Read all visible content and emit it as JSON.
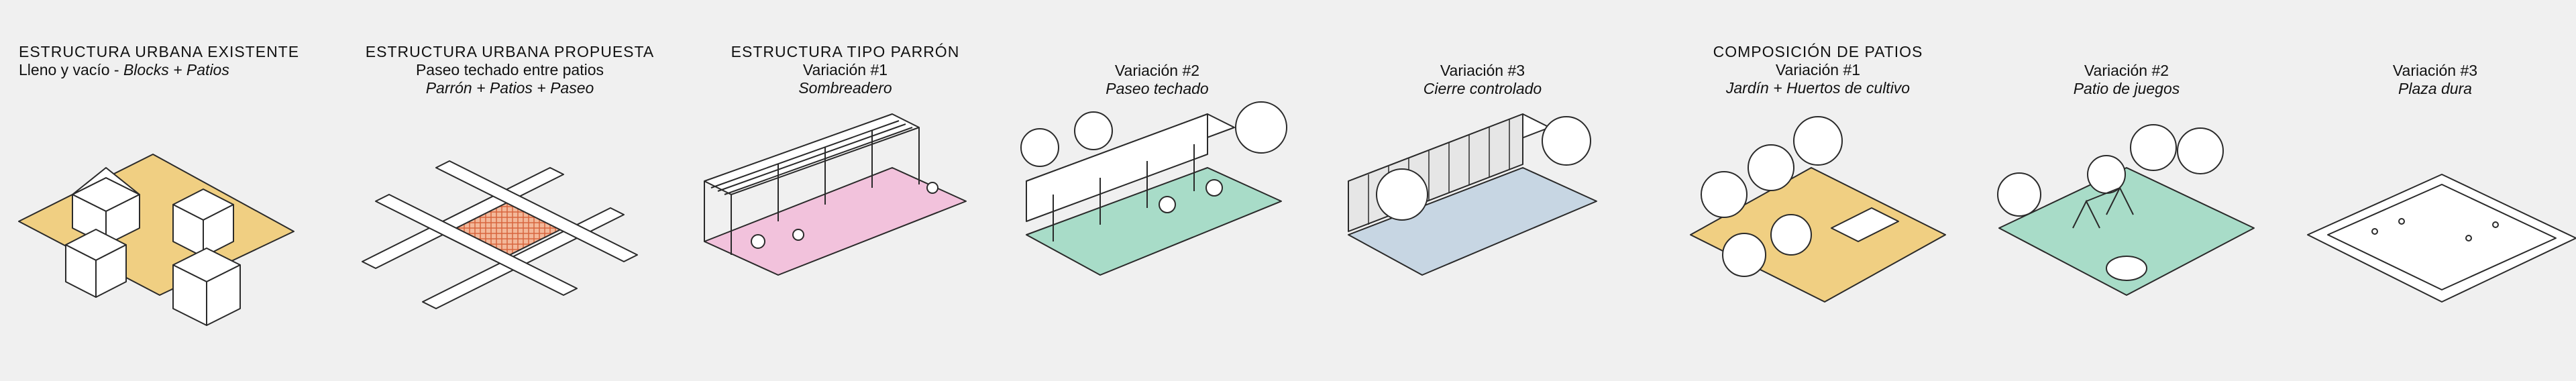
{
  "colors": {
    "background": "#f0f0f0",
    "yellow": "#f0cf82",
    "pink": "#f2c2dc",
    "mint": "#a8dcc8",
    "blue": "#c7d6e3",
    "orange_hatch": "#e0805a",
    "line": "#2a2a2a"
  },
  "panels": [
    {
      "id": "p1",
      "line1": "ESTRUCTURA URBANA EXISTENTE",
      "line2_plain": "Lleno y vacío - ",
      "line2_italic": "Blocks + Patios",
      "color": "#f0cf82"
    },
    {
      "id": "p2",
      "line1": "ESTRUCTURA URBANA PROPUESTA",
      "line2": "Paseo techado entre patios",
      "line3": "Parrón + Patios + Paseo"
    },
    {
      "id": "p3",
      "line1": "ESTRUCTURA TIPO PARRÓN",
      "line2": "Variación #1",
      "line3": "Sombreadero",
      "color": "#f2c2dc"
    },
    {
      "id": "p4",
      "line1": "Variación #2",
      "line2": "Paseo techado",
      "color": "#a8dcc8"
    },
    {
      "id": "p5",
      "line1": "Variación #3",
      "line2": "Cierre controlado",
      "color": "#c7d6e3"
    },
    {
      "id": "p6",
      "line1": "COMPOSICIÓN DE PATIOS",
      "line2": "Variación #1",
      "line3": "Jardín + Huertos de cultivo",
      "color": "#f0cf82"
    },
    {
      "id": "p7",
      "line1": "Variación #2",
      "line2": "Patio de juegos",
      "color": "#a8dcc8"
    },
    {
      "id": "p8",
      "line1": "Variación #3",
      "line2": "Plaza dura",
      "color": "#ffffff"
    }
  ]
}
